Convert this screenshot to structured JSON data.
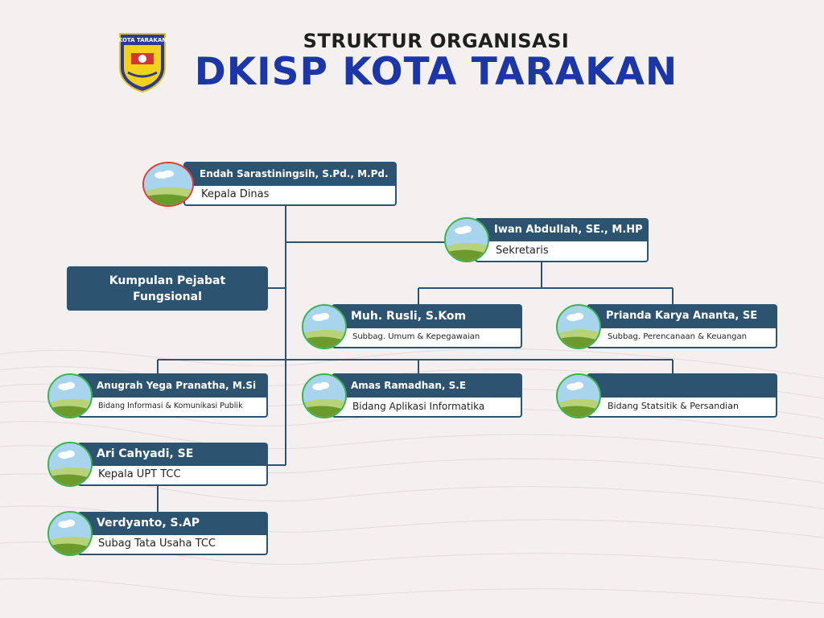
{
  "header": {
    "subtitle": "STRUKTUR ORGANISASI",
    "title": "DKISP KOTA TARAKAN",
    "logo_text": "KOTA TARAKAN"
  },
  "colors": {
    "card_header": "#2c5470",
    "title_blue": "#1c36a8",
    "head_photo_ring": "#e53935",
    "staff_photo_ring": "#3cb24a"
  },
  "fungsional": {
    "label_line1": "Kumpulan Pejabat",
    "label_line2": "Fungsional"
  },
  "nodes": {
    "kadis": {
      "name": "Endah Sarastiningsih, S.Pd., M.Pd.",
      "role": "Kepala Dinas"
    },
    "sekretaris": {
      "name": "Iwan Abdullah, SE., M.HP",
      "role": "Sekretaris"
    },
    "umum": {
      "name": "Muh. Rusli, S.Kom",
      "role": "Subbag. Umum & Kepegawaian"
    },
    "perencanaan": {
      "name": "Prianda Karya Ananta, SE",
      "role": "Subbag. Perencanaan & Keuangan"
    },
    "informasi": {
      "name": "Anugrah Yega Pranatha, M.Si",
      "role": "Bidang Informasi & Komunikasi Publik"
    },
    "aplikasi": {
      "name": "Amas Ramadhan, S.E",
      "role": "Bidang Aplikasi Informatika"
    },
    "statistik": {
      "name": "",
      "role": "Bidang Statsitik & Persandian"
    },
    "upt": {
      "name": "Ari Cahyadi, SE",
      "role": "Kepala UPT TCC"
    },
    "tu": {
      "name": "Verdyanto, S.AP",
      "role": "Subag Tata Usaha TCC"
    }
  }
}
